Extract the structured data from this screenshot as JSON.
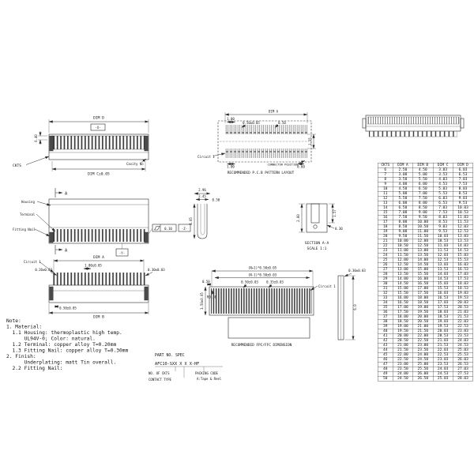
{
  "drawing": {
    "front_view": {
      "dim_d": "DIM D",
      "datum_x": "-X-",
      "dim_height": "0.40",
      "ckts_label": "CKTS",
      "dim_c": "DIM C±0.05",
      "cavity_no": "Cavity No"
    },
    "pcb": {
      "dim_a": "DIM A",
      "pitch2": "1.00",
      "pad": "0.50±0.05",
      "half": "0.50",
      "depth": "1.25",
      "circuit1": "Circuit 1",
      "bottom1": "1.00",
      "bottom2": "0.60",
      "connector_position": "CONNECTOR POSITION",
      "caption": "RECOMMENDED P.C.B PATTERN LAYOUT"
    },
    "top_view": {
      "housing": "Housing",
      "terminal": "Terminal",
      "fitting_nail": "Fitting Nail",
      "section_mark": "A",
      "flatness": "0.10",
      "datum_z": "-Z-",
      "datum_y": "-Y-"
    },
    "terminal_detail": {
      "d1": "2.96",
      "d2": "2.45",
      "d3": "0.50",
      "d4": "4.05"
    },
    "section": {
      "d1": "2.80",
      "d2": "1.57",
      "d3": "0.30",
      "caption1": "SECTION A-A",
      "caption2": "SCALE  1:1"
    },
    "front_dim": {
      "dim_a": "DIM A",
      "pitch": "1.00±0.05",
      "pin_w": "0.20±0.03",
      "end_w": "0.30±0.03",
      "circuit1": "Circuit 1",
      "half": "0.50±0.05",
      "dim_b": "DIM B"
    },
    "fpc": {
      "np1": "(N+1)*0.50±0.05",
      "nm1": "(N-1)*0.50±0.03",
      "half": "0.50",
      "r": "R0.30",
      "w1": "0.50±0.03",
      "w2": "0.35±0.03",
      "circuit1": "Circuit 1",
      "exposed": "3.50±0.05",
      "caption": "RECOMMENDED FPC/FFC DIMENSION",
      "thickness": "0.30±0.03",
      "width": "6.0"
    }
  },
  "table": {
    "headers": [
      "CKTS",
      "DIM A",
      "DIM B",
      "DIM C",
      "DIM D"
    ],
    "rows": [
      [
        "6",
        "2.50",
        "4.50",
        "3.03",
        "6.03"
      ],
      [
        "7",
        "3.00",
        "5.00",
        "3.53",
        "6.53"
      ],
      [
        "8",
        "3.50",
        "5.50",
        "4.03",
        "7.03"
      ],
      [
        "9",
        "4.00",
        "6.00",
        "4.53",
        "7.53"
      ],
      [
        "10",
        "4.50",
        "6.50",
        "5.03",
        "8.03"
      ],
      [
        "11",
        "5.00",
        "7.00",
        "5.53",
        "8.53"
      ],
      [
        "12",
        "5.50",
        "7.50",
        "6.03",
        "9.03"
      ],
      [
        "13",
        "6.00",
        "8.00",
        "6.53",
        "9.53"
      ],
      [
        "14",
        "6.50",
        "8.50",
        "7.03",
        "10.03"
      ],
      [
        "15",
        "7.00",
        "9.00",
        "7.53",
        "10.53"
      ],
      [
        "16",
        "7.50",
        "9.50",
        "8.03",
        "11.03"
      ],
      [
        "17",
        "8.00",
        "10.00",
        "8.53",
        "11.53"
      ],
      [
        "18",
        "8.50",
        "10.50",
        "9.03",
        "12.03"
      ],
      [
        "19",
        "9.00",
        "11.00",
        "9.53",
        "12.53"
      ],
      [
        "20",
        "9.50",
        "11.50",
        "10.03",
        "13.03"
      ],
      [
        "21",
        "10.00",
        "12.00",
        "10.53",
        "13.53"
      ],
      [
        "22",
        "10.50",
        "12.50",
        "11.03",
        "14.03"
      ],
      [
        "23",
        "11.00",
        "13.00",
        "11.53",
        "14.53"
      ],
      [
        "24",
        "11.50",
        "13.50",
        "12.03",
        "15.03"
      ],
      [
        "25",
        "12.00",
        "14.00",
        "12.53",
        "15.53"
      ],
      [
        "26",
        "12.50",
        "14.50",
        "13.03",
        "16.03"
      ],
      [
        "27",
        "13.00",
        "15.00",
        "13.53",
        "16.53"
      ],
      [
        "28",
        "13.50",
        "15.50",
        "14.03",
        "17.03"
      ],
      [
        "29",
        "14.00",
        "16.00",
        "14.53",
        "17.53"
      ],
      [
        "30",
        "14.50",
        "16.50",
        "15.03",
        "18.03"
      ],
      [
        "31",
        "15.00",
        "17.00",
        "15.53",
        "18.53"
      ],
      [
        "32",
        "15.50",
        "17.50",
        "16.03",
        "19.03"
      ],
      [
        "33",
        "16.00",
        "18.00",
        "16.53",
        "19.53"
      ],
      [
        "34",
        "16.50",
        "18.50",
        "17.03",
        "20.03"
      ],
      [
        "35",
        "17.00",
        "19.00",
        "17.53",
        "20.53"
      ],
      [
        "36",
        "17.50",
        "19.50",
        "18.03",
        "21.03"
      ],
      [
        "37",
        "18.00",
        "20.00",
        "18.53",
        "21.53"
      ],
      [
        "38",
        "18.50",
        "20.50",
        "19.03",
        "22.03"
      ],
      [
        "39",
        "19.00",
        "21.00",
        "19.53",
        "22.53"
      ],
      [
        "40",
        "19.50",
        "21.50",
        "20.03",
        "23.03"
      ],
      [
        "41",
        "20.00",
        "22.00",
        "20.53",
        "23.53"
      ],
      [
        "42",
        "20.50",
        "22.50",
        "21.03",
        "24.03"
      ],
      [
        "43",
        "21.00",
        "23.00",
        "21.53",
        "24.53"
      ],
      [
        "44",
        "21.50",
        "23.50",
        "22.03",
        "25.03"
      ],
      [
        "45",
        "22.00",
        "24.00",
        "22.53",
        "25.53"
      ],
      [
        "46",
        "22.50",
        "24.50",
        "23.03",
        "26.03"
      ],
      [
        "47",
        "23.00",
        "25.00",
        "23.53",
        "26.53"
      ],
      [
        "48",
        "23.50",
        "25.50",
        "24.03",
        "27.03"
      ],
      [
        "49",
        "24.00",
        "26.00",
        "24.53",
        "27.53"
      ],
      [
        "50",
        "24.50",
        "26.50",
        "25.03",
        "28.03"
      ]
    ]
  },
  "notes": {
    "lines": [
      "Note:",
      "1. Material:",
      "  1.1 Housing: thermoplastic high temp.",
      "      UL94V-0; Color: natural.",
      "  1.2 Terminal: copper alloy T=0.20mm",
      "  1.3 Fitting Nail: copper alloy T=0.30mm",
      "2. Finish:",
      "      Underplating: matt Tin overall.",
      "  2.2 Fitting Nail:"
    ]
  },
  "part_block": {
    "title": "PART NO.  SPEC",
    "part_no": "AFC10-SXX X X X-HF",
    "labels": [
      "NO. OF CKTS",
      "CONTACT TYPE",
      "PACKING CODE",
      "A:Tape & Reel"
    ]
  },
  "colors": {
    "line": "#2a2a2a",
    "text": "#111111",
    "bg": "#ffffff"
  }
}
